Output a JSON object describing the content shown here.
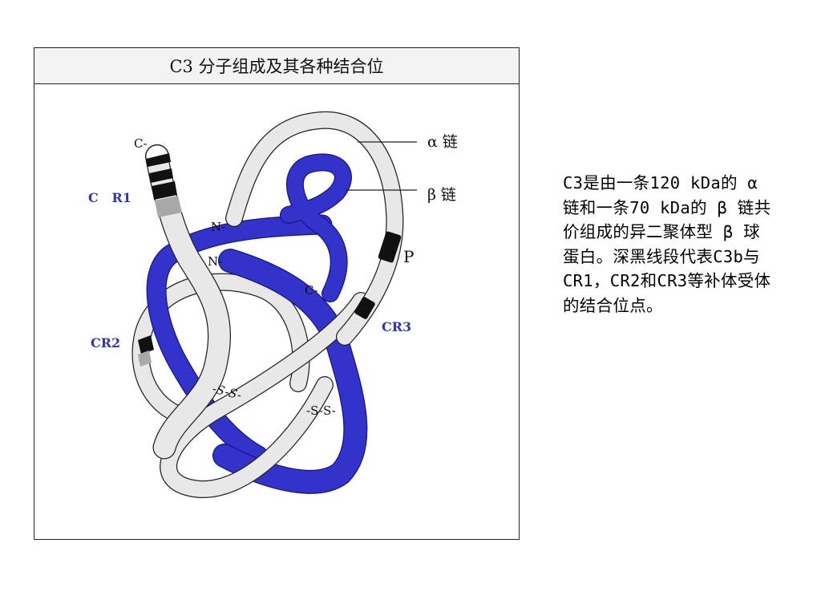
{
  "figure": {
    "title": "C3 分子组成及其各种结合位",
    "labels": {
      "alpha_chain": "α 链",
      "beta_chain": "β 链",
      "cr1": "C   R1",
      "cr2": "CR2",
      "cr3": "CR3",
      "p": "P",
      "c_top": "C-",
      "c_mid": "C-",
      "n_upper": "N-",
      "n_lower": "N-",
      "ss_left": "-S-S-",
      "ss_right": "-S-S-"
    },
    "colors": {
      "alpha_fill": "#e8e8e8",
      "beta_fill": "#3333cc",
      "label_blue": "#3333bb",
      "site_black": "#111111",
      "site_gray": "#a8a8a8"
    }
  },
  "description": {
    "text": "C3是由一条120 kDa的 α 链和一条70 kDa的 β 链共价组成的异二聚体型 β 球蛋白。深黑线段代表C3b与CR1，CR2和CR3等补体受体的结合位点。"
  }
}
